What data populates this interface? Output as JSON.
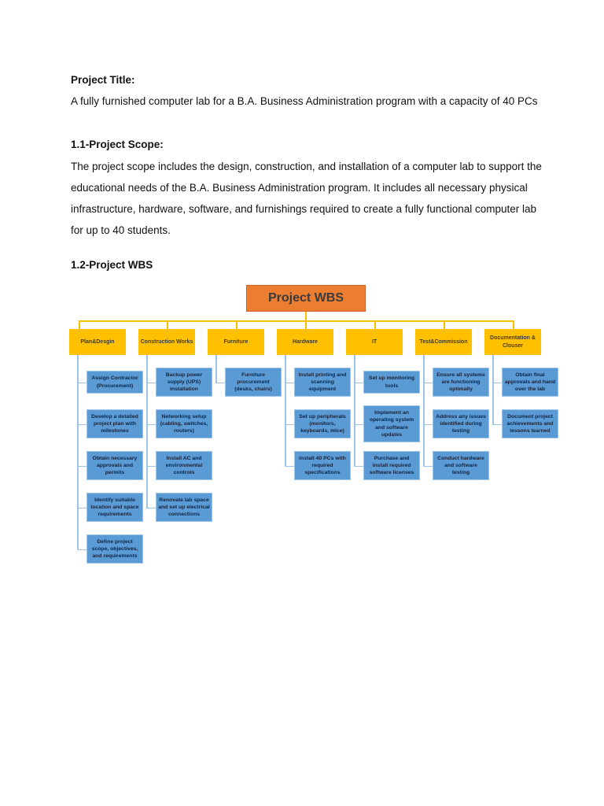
{
  "page": {
    "title_heading": "Project Title:",
    "title_text": "A fully furnished computer lab for a B.A. Business Administration program with a capacity of 40 PCs",
    "scope_heading": "1.1-Project Scope:",
    "scope_text": "The project scope includes the design, construction, and installation of a computer lab to support the educational needs of the B.A. Business Administration program. It includes all necessary physical infrastructure, hardware, software, and furnishings required to create a fully functional computer lab for up to 40 students.",
    "wbs_heading": "1.2-Project WBS"
  },
  "diagram": {
    "root_label": "Project WBS",
    "colors": {
      "root_fill": "#ED7D31",
      "root_border": "#D4622A",
      "category_fill": "#FFC000",
      "child_fill": "#5B9BD5",
      "child_border": "#9DC3E6",
      "connector_yellow": "#FFC000",
      "connector_blue": "#9DC3E6"
    },
    "columns": [
      {
        "label": "Plan&Desgin",
        "children": [
          "Assign Contractor (Procurement)",
          "Develop a detailed project plan with milestones",
          "Obtain necessary approvals and permits",
          "Identify suitable location and space requirements",
          "Define project scope, objectives, and requirements"
        ]
      },
      {
        "label": "Construction Works",
        "children": [
          "Backup power supply (UPS) installation",
          "Networking setup (cabling, switches, routers)",
          "Install AC and environmental controls",
          "Renovate lab space and set up electrical connections"
        ]
      },
      {
        "label": "Furniture",
        "children": [
          "Furniture procurement (desks, chairs)"
        ]
      },
      {
        "label": "Hardware",
        "children": [
          "Install printing and scanning equipment",
          "Set up peripherals (monitors, keyboards, mice)",
          "install 40 PCs with required specifications"
        ]
      },
      {
        "label": "IT",
        "children": [
          "Set up  monitoring tools",
          "Implement an operating system and software updates",
          "Purchase and install required software licenses"
        ]
      },
      {
        "label": "Test&Commission",
        "children": [
          "Ensure all systems are functioning optimally",
          "Address any issues identified during testing",
          "Conduct hardware and software testing"
        ]
      },
      {
        "label": "Documentation & Clouser",
        "children": [
          "Obtain final approvals and hand over the lab",
          "Document project achievements and lessons learned"
        ]
      }
    ]
  }
}
